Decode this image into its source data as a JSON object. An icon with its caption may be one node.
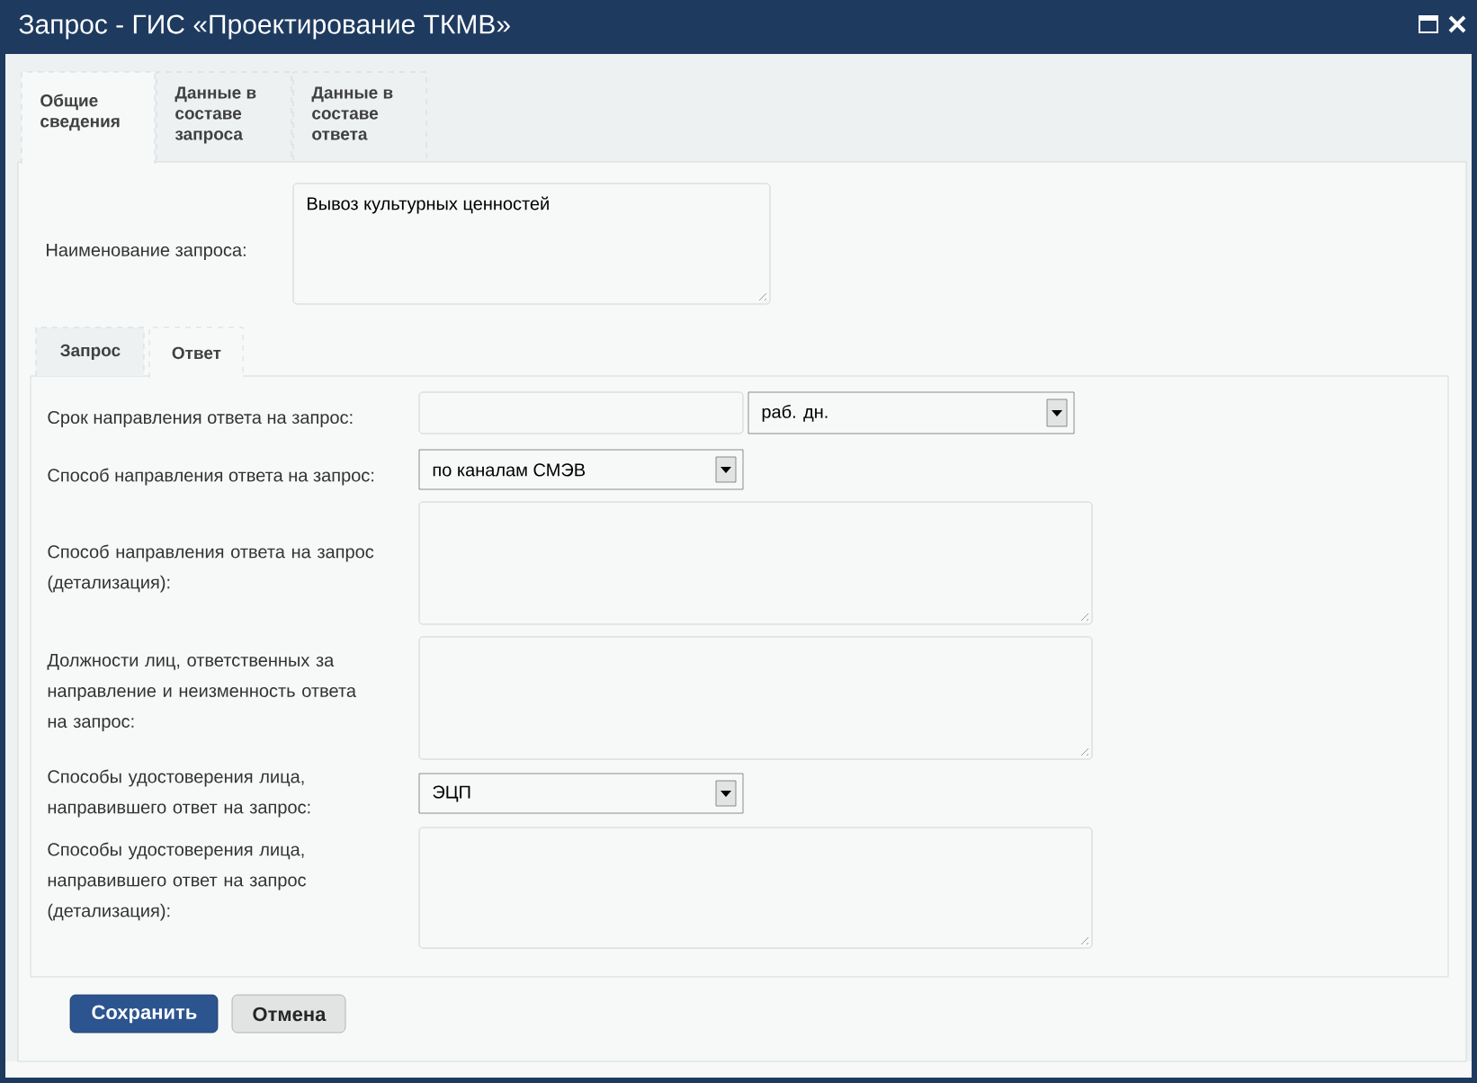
{
  "diagram": {
    "title": "Запрос - ГИС «Проектирование ТКМВ»",
    "nodes": [
      {
        "text": [
          "Общие сведения"
        ]
      },
      {
        "text": [
          "Данные в составе запроса"
        ]
      },
      {
        "text": [
          "Данные в составе ответа"
        ]
      },
      {
        "text": [
          "Вывоз культурных ценностей"
        ]
      },
      {
        "text": [
          "Запрос"
        ]
      },
      {
        "text": [
          "Ответ"
        ]
      },
      {
        "text": [],
        "shape": "box"
      },
      {
        "text": [
          "раб. дн."
        ]
      },
      {
        "text": [
          "по каналам СМЭВ"
        ]
      },
      {
        "text": [],
        "shape": "box"
      },
      {
        "text": [],
        "shape": "box"
      },
      {
        "text": [
          "ЭЦП"
        ]
      },
      {
        "text": [],
        "shape": "box"
      },
      {
        "text": [
          "Сохранить"
        ]
      },
      {
        "text": [
          "Отмена"
        ]
      }
    ],
    "labels": [
      "Наименование запроса:",
      "Срок направления ответа на запрос:",
      "Способ направления ответа на запрос:",
      "Способ направления ответа на запрос (детализация):",
      "Должности лиц, ответственных за направление и неизменность ответа на запрос:",
      "Способы удостоверения лица, направившего ответ на запрос:",
      "Способы удостоверения лица, направившего ответ на запрос (детализация):"
    ]
  }
}
